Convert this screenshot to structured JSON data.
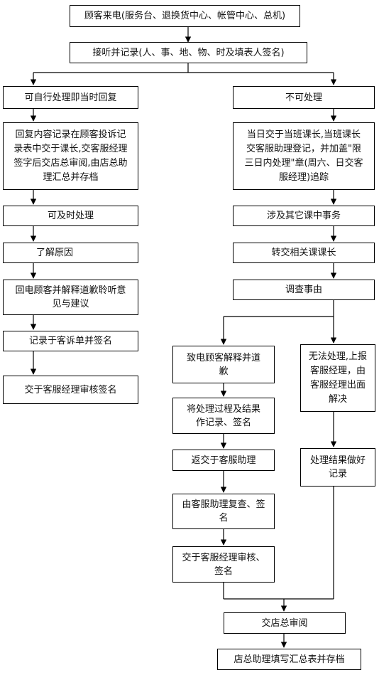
{
  "flowchart": {
    "top": {
      "call": "顾客来电(服务台、退换货中心、帐管中心、总机)",
      "record": "接听并记录(人、事、地、物、时及填表人签名)"
    },
    "left": {
      "branch": "可自行处理即当时回复",
      "step1": "回复内容记录在顾客投诉记\n录表中交于课长,交客服经理\n签字后交店总审阅,由店总助\n理汇总并存档",
      "step2": "可及时处理",
      "step3": "了解原因",
      "step4": "回电顾客并解释道歉聆听意\n见与建议",
      "step5": "记录于客诉单并签名",
      "step6": "交于客服经理审核签名"
    },
    "right": {
      "branch": "不可处理",
      "step1": "当日交于当班课长,当班课长\n交客服助理登记，并加盖\"限\n三日内处理\"章(周六、日交客\n服经理)追踪",
      "step2": "涉及其它课中事务",
      "step3": "转交相关课课长",
      "step4": "调查事由",
      "sub_a1": "致电顾客解释并道\n歉",
      "sub_a2": "将处理过程及结果\n作记录、签名",
      "sub_a3": "返交于客服助理",
      "sub_a4": "由客服助理复查、签\n名",
      "sub_a5": "交于客服经理审核、\n签名",
      "sub_b1": "无法处理,上报\n客服经理，由\n客服经理出面\n解决",
      "sub_b2": "处理结果做好\n记录"
    },
    "bottom": {
      "review": "交店总审阅",
      "archive": "店总助理填写汇总表并存档"
    }
  }
}
